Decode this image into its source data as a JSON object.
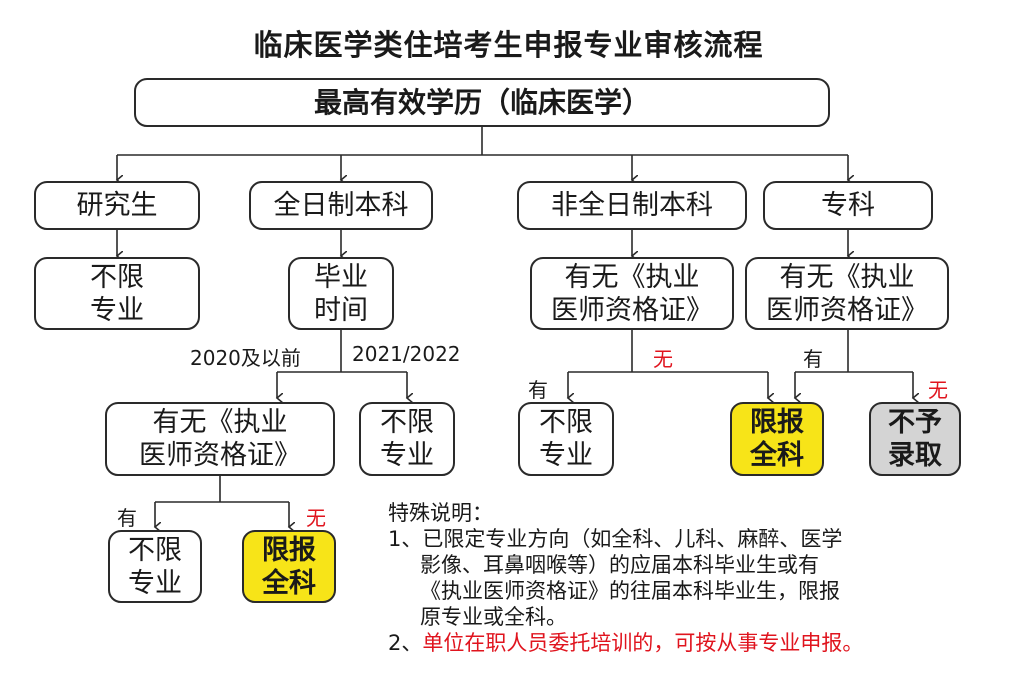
{
  "title": "临床医学类住培考生申报专业审核流程",
  "colors": {
    "yellow": "#f7e418",
    "gray": "#d4d4d4",
    "red": "#e0141e",
    "line": "#2a2a2a"
  },
  "nodes": {
    "root": "最高有效学历（临床医学）",
    "grad": "研究生",
    "fulltime": "全日制本科",
    "nonfulltime": "非全日制本科",
    "junior": "专科",
    "grad_result": [
      "不限",
      "专业"
    ],
    "grad_time": [
      "毕业",
      "时间"
    ],
    "nft_cert": [
      "有无《执业",
      "医师资格证》"
    ],
    "jr_cert": [
      "有无《执业",
      "医师资格证》"
    ],
    "ft_cert": [
      "有无《执业",
      "医师资格证》"
    ],
    "ft_2122_result": [
      "不限",
      "专业"
    ],
    "nft_yes_result": [
      "不限",
      "专业"
    ],
    "nft_no_result": [
      "限报",
      "全科"
    ],
    "jr_no_result": [
      "不予",
      "录取"
    ],
    "ft_yes_result": [
      "不限",
      "专业"
    ],
    "ft_no_result": [
      "限报",
      "全科"
    ]
  },
  "edge_labels": {
    "before2020": "2020及以前",
    "y2021_2022": "2021/2022",
    "nft_no": "无",
    "nft_yes": "有",
    "jr_yes": "有",
    "jr_no": "无",
    "ft_yes": "有",
    "ft_no": "无"
  },
  "notes": {
    "heading": "特殊说明：",
    "item1_lines": [
      "1、已限定专业方向（如全科、儿科、麻醉、医学",
      "影像、耳鼻咽喉等）的应届本科毕业生或有",
      "《执业医师资格证》的往届本科毕业生，限报",
      "原专业或全科。"
    ],
    "item2_prefix": "2、",
    "item2_text": "单位在职人员委托培训的，可按从事专业申报。"
  }
}
